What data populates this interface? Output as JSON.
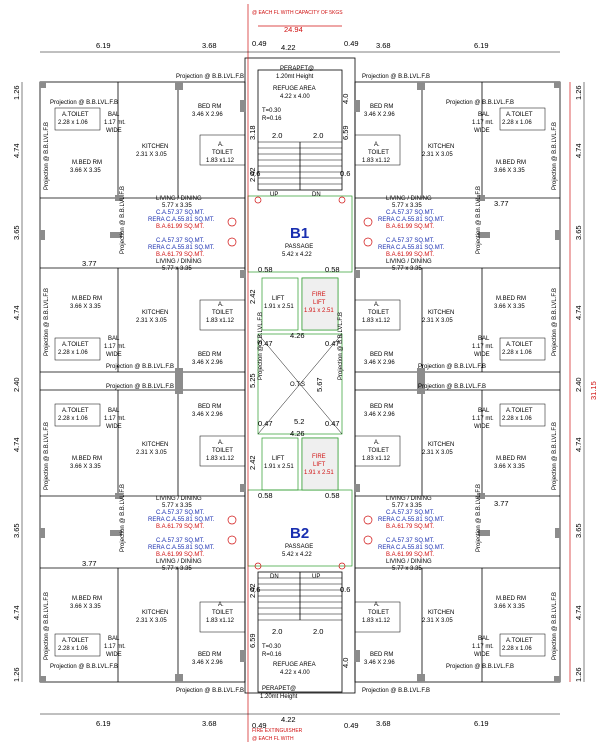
{
  "notes": {
    "top_fire": "@ EACH FL WITH CAPACITY OF 5KGS",
    "top_total": "24.94",
    "bottom_fire_1": "FIRE EXTINGUISHER",
    "bottom_fire_2": "@ EACH FL WITH",
    "right_total": "31.15"
  },
  "dims": {
    "top": [
      "6.19",
      "3.68",
      "0.49",
      "4.22",
      "0.49",
      "3.68",
      "6.19"
    ],
    "side": [
      "1.26",
      "4.74",
      "3.65",
      "4.74",
      "2.40",
      "4.74",
      "3.65",
      "4.74",
      "1.26"
    ],
    "stair": [
      "3.18",
      "6.59",
      "2.0",
      "2.0",
      "0.6",
      "0.6",
      "4.0",
      "2.42",
      "3.77",
      "0.58",
      "0.58",
      "4.26",
      "0.47",
      "5.2",
      "5.25",
      "5.67"
    ]
  },
  "labels": {
    "parapet": "PERAPET@",
    "parapet_h": "1.20mt Height",
    "refuge": "REFUGE AREA",
    "refuge_dim": "4.22 x 4.00",
    "t": "T=0.30",
    "r": "R=0.16",
    "up": "UP",
    "dn": "DN",
    "b1": "B1",
    "b2": "B2",
    "passage": "PASSAGE",
    "passage_dim": "5.42 x 4.22",
    "lift": "LIFT",
    "lift_dim": "1.91 x 2.51",
    "fire": "FIRE",
    "fire_lift": "LIFT",
    "fire_dim": "1.91 x 2.51",
    "ots": "O.T.S",
    "projection": "Projection @ B.B.LVL.F.B",
    "bed": "BED RM",
    "bed_dim": "3.46 X 2.96",
    "mbed": "M.BED RM",
    "mbed_dim": "3.66 X 3.35",
    "kitchen": "KITCHEN",
    "kitchen_dim": "2.31 X 3.05",
    "atoilet": "A.TOILET",
    "atoilet_dim": "2.28 x 1.06",
    "toilet_a": "A.",
    "toilet": "TOILET",
    "toilet_dim": "1.83 x1.12",
    "bal": "BAL",
    "bal_dim": "1.17 mt.",
    "bal_wide": "WIDE",
    "living": "LIVING / DINING",
    "living_dim": "5.77 x 3.35",
    "ca": "C.A.57.37 SQ.MT.",
    "rera": "RERA C.A.55.81 SQ.MT.",
    "ba1": "B.A.61.99 SQ.MT.",
    "ba2": "B.A.61.79 SQ.MT."
  }
}
